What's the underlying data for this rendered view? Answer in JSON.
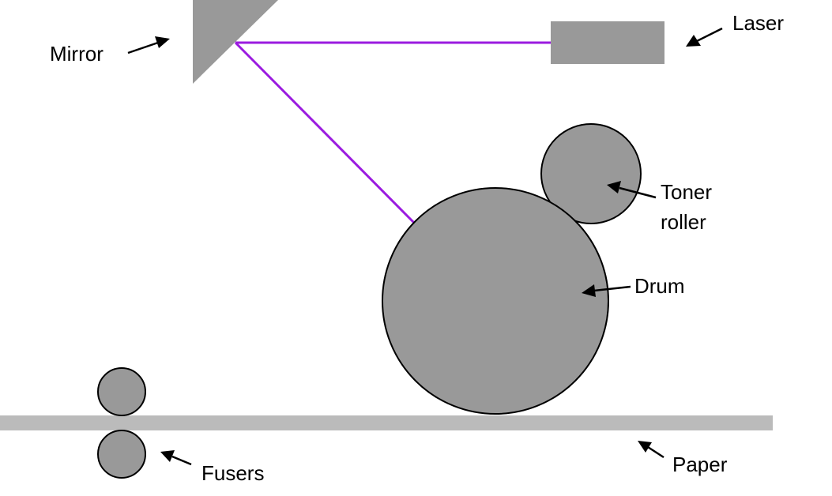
{
  "labels": {
    "mirror": "Mirror",
    "laser": "Laser",
    "toner_line1": "Toner",
    "toner_line2": "roller",
    "drum": "Drum",
    "fusers": "Fusers",
    "paper": "Paper"
  },
  "colors": {
    "part_fill": "#999999",
    "paper_fill": "#bbbbbb",
    "beam": "#9b1be0",
    "outline": "#000000",
    "background": "#ffffff"
  }
}
